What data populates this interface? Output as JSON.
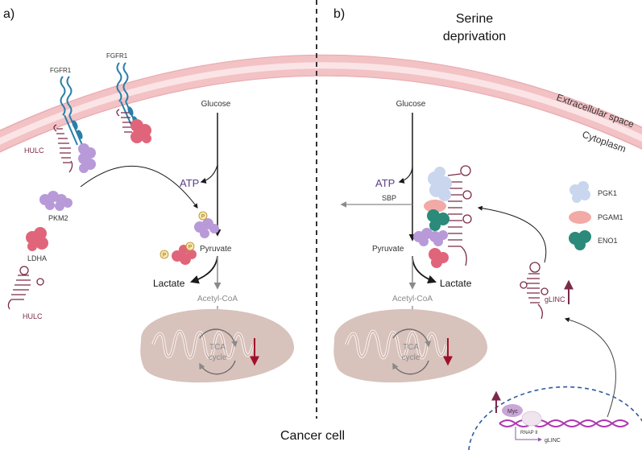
{
  "panels": {
    "a_label": "a)",
    "b_label": "b)",
    "b_title_line1": "Serine",
    "b_title_line2": "deprivation"
  },
  "membrane": {
    "extracellular": "Extracellular space",
    "cytoplasm": "Cytoplasm"
  },
  "panel_a": {
    "receptor1": "FGFR1",
    "receptor2": "FGFR1",
    "hulc_bound": "HULC",
    "pkm2": "PKM2",
    "ldha": "LDHA",
    "hulc_free": "HULC",
    "glucose": "Glucose",
    "atp": "ATP",
    "pyruvate": "Pyruvate",
    "lactate": "Lactate",
    "acetyl_coa": "Acetyl-CoA",
    "tca_line1": "TCA",
    "tca_line2": "cycle",
    "phospho": "P"
  },
  "panel_b": {
    "glucose": "Glucose",
    "atp": "ATP",
    "sbp": "SBP",
    "pyruvate": "Pyruvate",
    "lactate": "Lactate",
    "acetyl_coa": "Acetyl-CoA",
    "tca_line1": "TCA",
    "tca_line2": "cycle",
    "legend": [
      "PGK1",
      "PGAM1",
      "ENO1"
    ],
    "glinc": "gLINC",
    "myc": "Myc",
    "rnap": "RNAP II",
    "glinc_gene": "gLINC"
  },
  "footer": "Cancer cell",
  "colors": {
    "membrane_outer": "#f2c2c5",
    "membrane_inner": "#fbe4e5",
    "receptor": "#2a7fa8",
    "rna": "#7a2a48",
    "pkm2": "#b89ad8",
    "ldha": "#e0657a",
    "pgk1": "#c9d6ee",
    "pgam1": "#f2aaa6",
    "eno1": "#2b8a7a",
    "mito": "#d8c2bc",
    "arrow_red": "#a0102a",
    "text_purple": "#5b3d8a",
    "dna": "#b033b0",
    "nucleus": "#2c5aa0"
  }
}
